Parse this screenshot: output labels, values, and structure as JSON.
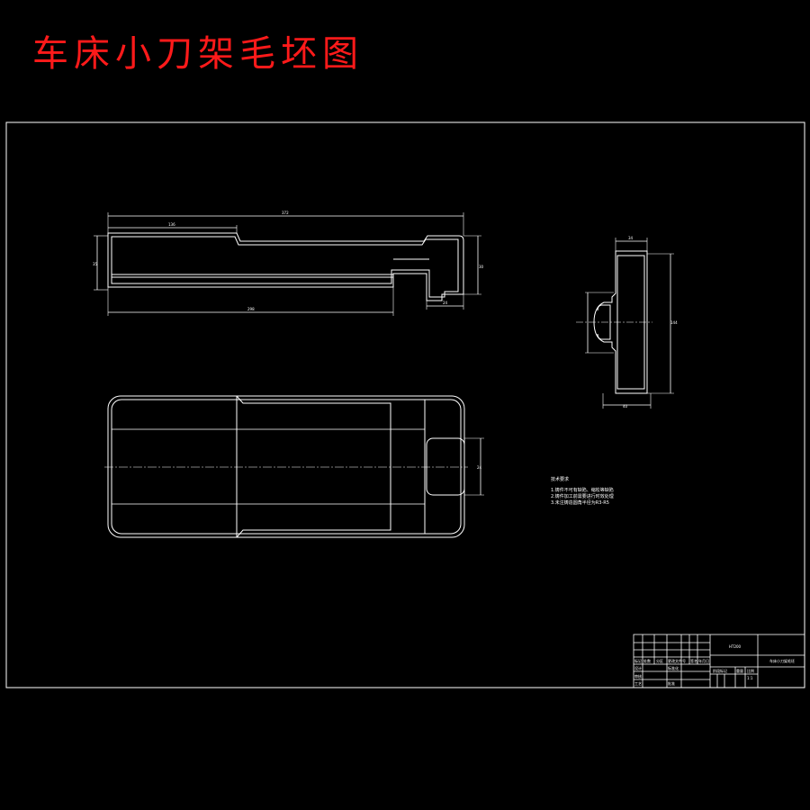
{
  "title": "车床小刀架毛坯图",
  "dimensions": {
    "top_overall": "372",
    "top_left_step": "136",
    "top_height": "35",
    "top_right_height": "30",
    "top_bottom_length": "298",
    "top_right_width": "24",
    "side_top": "34",
    "side_height": "144",
    "side_bottom": "40",
    "plan_right_height": "24"
  },
  "notes": {
    "heading": "技术要求",
    "lines": [
      "1.铸件不可有缺陷、缩松等缺陷",
      "2.铸件加工前需要进行时效处理",
      "3.未注铸造圆角半径为R3-R5"
    ]
  },
  "title_block": {
    "material": "HT200",
    "drawing_name": "车床小刀架毛坯",
    "row_labels": [
      "标记",
      "处数",
      "分区",
      "更改文件号",
      "签名",
      "年月日"
    ],
    "design": "设计",
    "standard": "标准化",
    "review": "审核",
    "process": "工艺",
    "approve": "批准",
    "stage": "阶段标记",
    "weight": "重量",
    "scale": "比例",
    "sheet": "1:1"
  }
}
